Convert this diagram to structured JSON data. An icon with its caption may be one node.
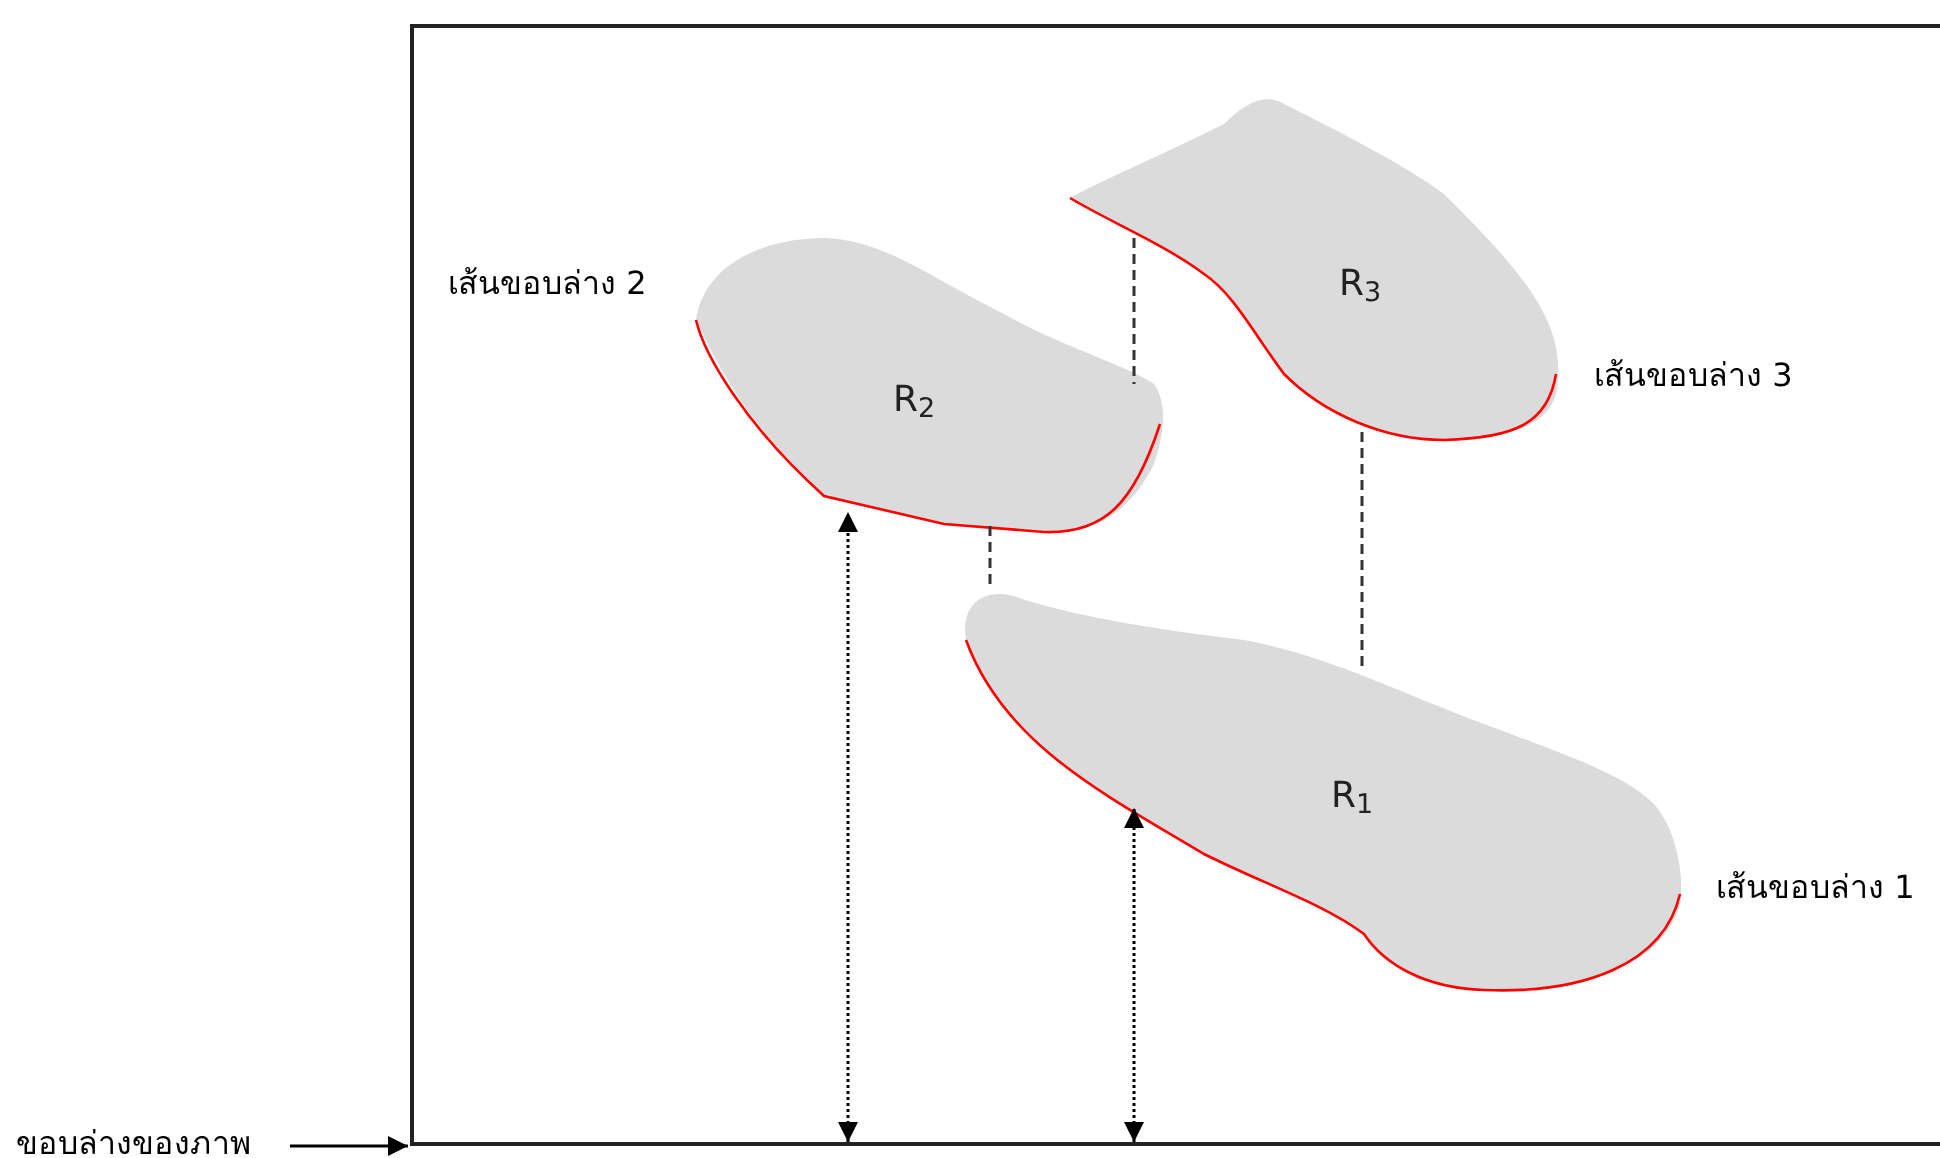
{
  "diagram": {
    "nodes": [
      {
        "text": [],
        "shape": "box"
      },
      {
        "text": [
          "R$_{2}$"
        ],
        "in": 0,
        "beside": [
          "เส้นขอบล่าง 2"
        ]
      },
      {
        "text": [
          "R$_{3}$"
        ],
        "in": 0,
        "beside": [
          "เส้นขอบล่าง 3"
        ]
      },
      {
        "text": [
          "R$_{1}$"
        ],
        "in": 0,
        "beside": [
          "เส้นขอบล่าง 1"
        ]
      },
      {
        "text": [
          "ขอบล่างของภาพ"
        ]
      }
    ],
    "edges": [
      {
        "from": 4,
        "to": 0,
        "arrow": "to"
      },
      {
        "from": 0,
        "to": 1,
        "arrow": "both",
        "style": "dashed"
      },
      {
        "from": 0,
        "to": 3,
        "arrow": "both",
        "style": "dashed"
      },
      {
        "from": 1,
        "to": 3,
        "arrow": "none",
        "style": "dashed",
        "color": "#333333"
      },
      {
        "from": 2,
        "to": 1,
        "arrow": "none",
        "style": "dashed",
        "color": "#333333"
      },
      {
        "from": 2,
        "to": 3,
        "arrow": "none",
        "style": "dashed",
        "color": "#333333"
      }
    ]
  }
}
